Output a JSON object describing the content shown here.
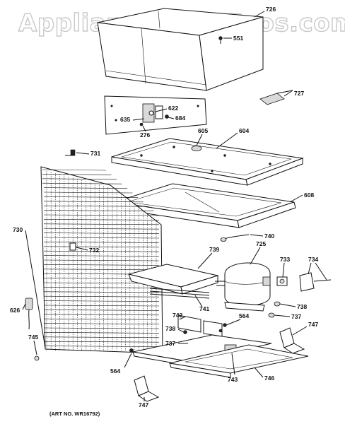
{
  "watermark": "AppliancePartsPros.com",
  "art_number": "(ART NO. WR16792)",
  "callouts": {
    "c726": "726",
    "c551": "551",
    "c727": "727",
    "c622": "622",
    "c635": "635",
    "c684": "684",
    "c276": "276",
    "c605": "605",
    "c604": "604",
    "c731": "731",
    "c608": "608",
    "c730": "730",
    "c740": "740",
    "c732": "732",
    "c739": "739",
    "c725": "725",
    "c733": "733",
    "c734": "734",
    "c741": "741",
    "c738a": "738",
    "c737a": "737",
    "c626": "626",
    "c742": "742",
    "c564a": "564",
    "c738b": "738",
    "c747a": "747",
    "c737b": "737",
    "c745": "745",
    "c564b": "564",
    "c743": "743",
    "c746": "746",
    "c747b": "747"
  }
}
